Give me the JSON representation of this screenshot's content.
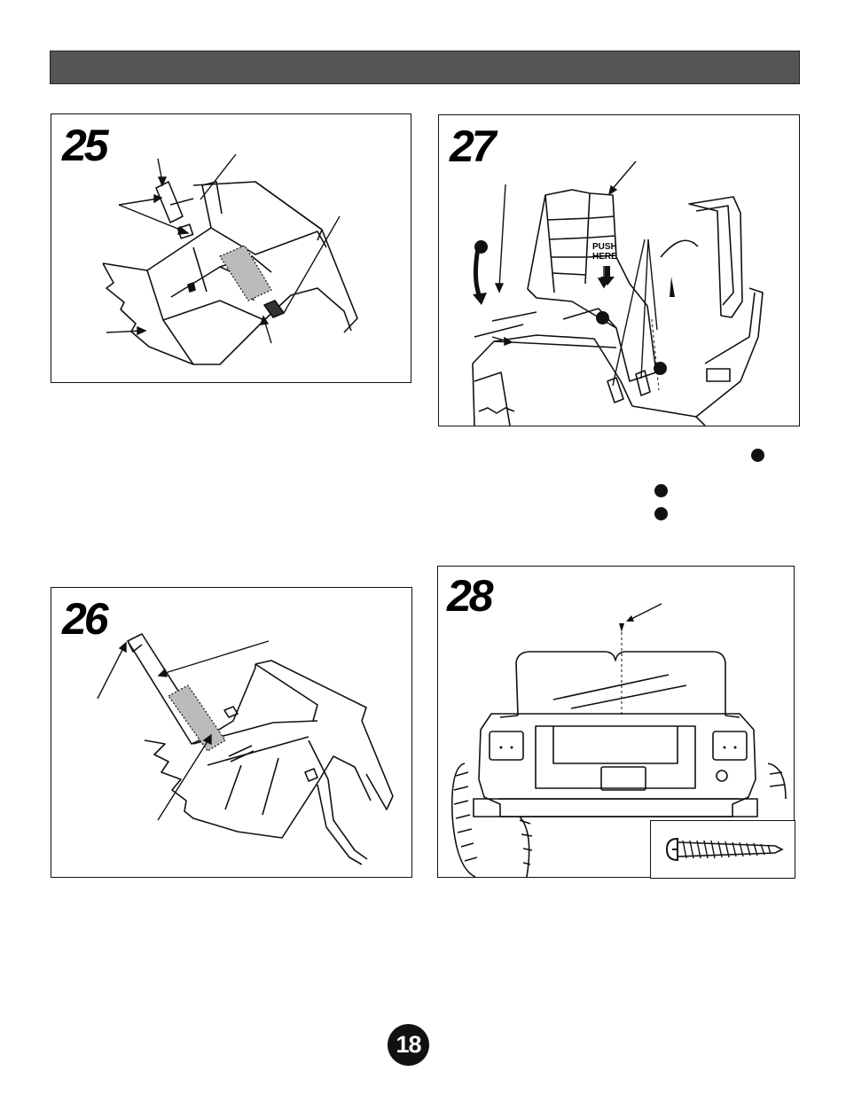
{
  "page": {
    "page_number": "18"
  },
  "steps": {
    "step25": {
      "number": "25"
    },
    "step26": {
      "number": "26"
    },
    "step27": {
      "number": "27",
      "push_label_line1": "PUSH",
      "push_label_line2": "HERE"
    },
    "step28": {
      "number": "28"
    }
  },
  "icons": [
    "callout-dot-icon",
    "down-arrow-icon",
    "screw-icon",
    "curved-arrow-icon"
  ],
  "colors": {
    "header_bar": "#555555",
    "shaded_pad": "#bbbbbb",
    "ink": "#111111"
  }
}
